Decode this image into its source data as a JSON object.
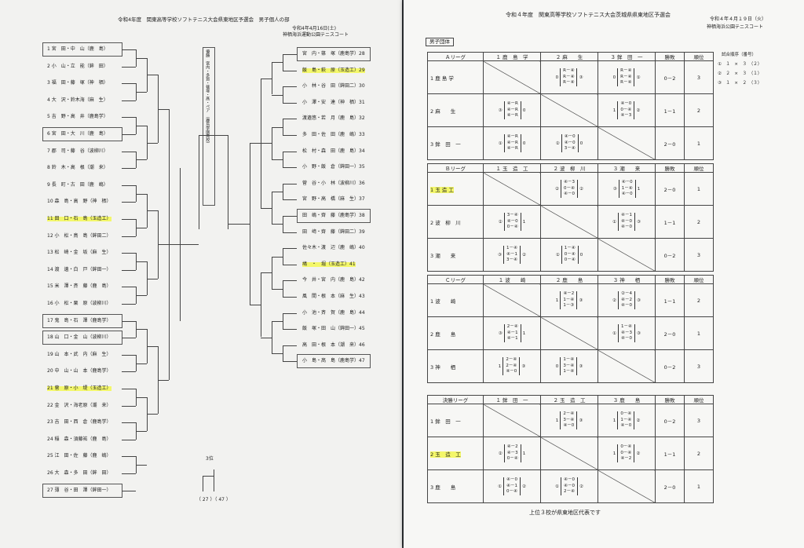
{
  "individual": {
    "title": "令和4年度　関東高等学校ソフトテニス大会県東地区予選会　男子個人の部",
    "date": "令和4年4月16日(土)",
    "venue": "神栖海浜運動公園テニスコート",
    "winner_box": [
      "優勝",
      "宮内・多賀・篠塚・髙・ペア",
      "（鹿島学園高校）"
    ],
    "entries_left": [
      "1 宮　田・中　山（鹿　島）",
      "2 小　山・立　能（鉾　田）",
      "3 福　田・藤　塚（神　栖）",
      "4 大　沢・鈴木海（麻　生）",
      "5 吉　野・高　井（鹿島学）",
      "6 宮　田・大　川（鹿　島）",
      "7 郡　司・藤　谷（波柳川）",
      "8 鈴　木・高　根（潮　来）",
      "9 長　町・古　田（鹿　嶋）",
      "10 森　島・高　野（神　栖）",
      "11 田　口・石　島（玉造工）",
      "12 小　松・鳥　島（鉾田二）",
      "13 松　崎・金　坂（麻　生）",
      "14 渡　邊・白　戸（鉾田一）",
      "15 米　澤・斉　藤（鹿　島）",
      "16 小　松・栗　原（波柳川）",
      "17 鬼　島・石　澤（鹿島学）",
      "18 山　口・金　山（波柳川）",
      "19 山　本・武　内（麻　生）",
      "20 中　山・山　本（鹿島学）",
      "21 菅　原・小　堤（玉造工）",
      "22 金　沢・海老原（潮　来）",
      "23 吉　田・西　倉（鹿島学）",
      "24 稲　森・須藤祐（鹿　島）",
      "25 江　田・佐　藤（鹿　嶋）",
      "26 大　森・多　田（鉾　田）",
      "27 薄　谷・田　澤（鉾田一）"
    ],
    "entries_right": [
      "宮　内・篠　塚（鹿島学）28",
      "飯　島・萩　原（玉造工）29",
      "小　林・谷　田（鉾田二）30",
      "小　澤・安　達（神　栖）31",
      "渡邉悠・若　月（鹿　島）32",
      "多　田・佐　田（鹿　嶋）33",
      "松　村・森　田（鹿　島）34",
      "小　野・飯　倉（鉾田一）35",
      "菅　谷・小　林（波柳川）36",
      "宮　野・高　橋（麻　生）37",
      "田　嶋・齊　藤（鹿島学）38",
      "田　﨑・齊　藤（鉾田二）39",
      "佐々木・渡　辺（鹿　嶋）40",
      "鳩　・　堀（玉造工）41",
      "今　井・宮　内（鹿　島）42",
      "風　間・根　本（麻　生）43",
      "小　池・斉　賀（鹿　島）44",
      "飯　塚・田　山（鉾田一）45",
      "高　田・根　本（潮　来）46",
      "小　島・髙　島（鹿島学）47"
    ],
    "third_place": {
      "label": "3位",
      "result": "（ 27 ）（ 47 ）"
    }
  },
  "team": {
    "title": "令和４年度　関東高等学校ソフトテニス大会茨城県県東地区予選会",
    "date": "令和４年４月１９日（火）",
    "venue": "神栖海浜公園テニスコート",
    "section": "男子団体",
    "order_title": "試合順序（番号）",
    "order": [
      "①　１　×　３　（２）",
      "②　２　×　３　（１）",
      "③　１　×　２　（３）"
    ],
    "footer": "上位３校が県東地区代表です",
    "leagues": [
      {
        "name": "Ａリーグ",
        "teams": [
          "鹿 島 学",
          "麻　　生",
          "鉾　田　一"
        ],
        "headers": [
          "１ 鹿　島　学",
          "２ 麻　　生",
          "３ 鉾　田　一",
          "勝敗",
          "順位"
        ],
        "cells": [
          [
            null,
            "0|R－④|R－④|R－④|③",
            "0|R－④|R－④|R－④|①"
          ],
          [
            "③|④－R|④－R|④－R|0",
            null,
            "1|④－0|0－④|④－3|②"
          ],
          [
            "①|④－R|④－R|④－R|0",
            "②|④－0|④－0|3－④|0",
            null
          ]
        ],
        "record": [
          "0－2",
          "1－1",
          "2－0"
        ],
        "rank": [
          "3",
          "2",
          "1"
        ]
      },
      {
        "name": "Ｂリーグ",
        "teams": [
          "玉 造 工",
          "波　柳　川",
          "潮　　来"
        ],
        "headers": [
          "１ 玉　造　工",
          "２ 波　柳　川",
          "３ 潮　　来",
          "勝敗",
          "順位"
        ],
        "cells": [
          [
            null,
            "②|④－3|0－④|④－0|②",
            "③|④－0|1－④|④－0|1"
          ],
          [
            "②|3－④|④－0|0－④|1",
            null,
            "①|④－1|④－0|④－0|③"
          ],
          [
            "③|1－④|④－1|3－④|②",
            "①|1－④|0－④|0－④|0",
            null
          ]
        ],
        "record": [
          "2－0",
          "1－1",
          "0－2"
        ],
        "rank": [
          "1",
          "2",
          "3"
        ]
      },
      {
        "name": "Ｃリーグ",
        "teams": [
          "波　　崎",
          "鹿　　島",
          "神　　栖"
        ],
        "headers": [
          "１ 波　　崎",
          "２ 鹿　　島",
          "３ 神　　栖",
          "勝敗",
          "順位"
        ],
        "cells": [
          [
            null,
            "1|④－2|1－④|1－③|③",
            "②|②－4|④－2|④－0|③"
          ],
          [
            "③|2－④|④－1|④－1|1",
            null,
            "①|1－④|④－3|④－0|③"
          ],
          [
            "1|2－④|2－④|④－0|③",
            "0|1－④|3－④|1－④|③",
            null
          ]
        ],
        "record": [
          "1－1",
          "2－0",
          "0－2"
        ],
        "rank": [
          "2",
          "1",
          "3"
        ]
      },
      {
        "name": "決勝リーグ",
        "teams": [
          "鉾　田　一",
          "玉　造　工",
          "鹿　　島"
        ],
        "headers": [
          "１ 鉾　田　一",
          "２ 玉　造　工",
          "３ 鹿　　島",
          "勝敗",
          "順位"
        ],
        "cells": [
          [
            null,
            "1|2－④|3－④|④－0|③",
            "1|0－④|1－④|④－0|②"
          ],
          [
            "②|④－2|④－3|0－④|1",
            null,
            "1|0－④|0－④|④－2|②"
          ],
          [
            "①|④－0|④－1|0－④|②",
            "①|④－0|④－0|2－④|②",
            null
          ]
        ],
        "record": [
          "0－2",
          "1－1",
          "2－0"
        ],
        "rank": [
          "3",
          "2",
          "1"
        ]
      }
    ]
  }
}
